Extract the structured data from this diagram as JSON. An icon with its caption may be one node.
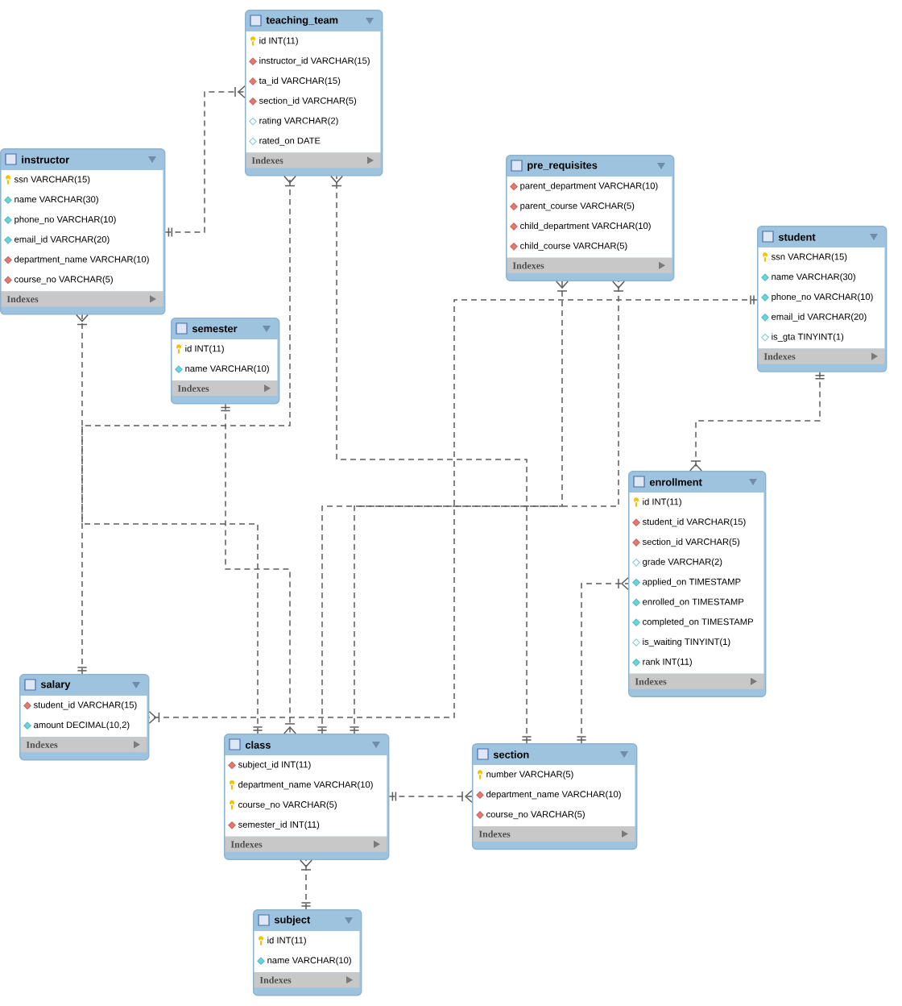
{
  "diagram": {
    "nodes": [
      {
        "text": [
          "teaching_team",
          "id INT(11)",
          "instructor_id VARCHAR(15)",
          "ta_id VARCHAR(15)",
          "section_id VARCHAR(5)",
          "rating VARCHAR(2)",
          "rated_on DATE",
          "Indexes"
        ]
      },
      {
        "text": [
          "instructor",
          "ssn VARCHAR(15)",
          "name VARCHAR(30)",
          "phone_no VARCHAR(10)",
          "email_id VARCHAR(20)",
          "department_name VARCHAR(10)",
          "course_no VARCHAR(5)",
          "Indexes"
        ]
      },
      {
        "text": [
          "pre_requisites",
          "parent_department VARCHAR(10)",
          "parent_course VARCHAR(5)",
          "child_department VARCHAR(10)",
          "child_course VARCHAR(5)",
          "Indexes"
        ]
      },
      {
        "text": [
          "student",
          "ssn VARCHAR(15)",
          "name VARCHAR(30)",
          "phone_no VARCHAR(10)",
          "email_id VARCHAR(20)",
          "is_gta TINYINT(1)",
          "Indexes"
        ]
      },
      {
        "text": [
          "semester",
          "id INT(11)",
          "name VARCHAR(10)",
          "Indexes"
        ]
      },
      {
        "text": [
          "enrollment",
          "id INT(11)",
          "student_id VARCHAR(15)",
          "section_id VARCHAR(5)",
          "grade VARCHAR(2)",
          "applied_on TIMESTAMP",
          "enrolled_on TIMESTAMP",
          "completed_on TIMESTAMP",
          "is_waiting TINYINT(1)",
          "rank INT(11)",
          "Indexes"
        ]
      },
      {
        "text": [
          "salary",
          "student_id VARCHAR(15)",
          "amount DECIMAL(10,2)",
          "Indexes"
        ]
      },
      {
        "text": [
          "class",
          "subject_id INT(11)",
          "department_name VARCHAR(10)",
          "course_no VARCHAR(5)",
          "semester_id INT(11)",
          "Indexes"
        ]
      },
      {
        "text": [
          "section",
          "number VARCHAR(5)",
          "department_name VARCHAR(10)",
          "course_no VARCHAR(5)",
          "Indexes"
        ]
      },
      {
        "text": [
          "subject",
          "id INT(11)",
          "name VARCHAR(10)",
          "Indexes"
        ]
      }
    ],
    "edges": [
      {
        "from": 1,
        "to": 0,
        "arrow": "other",
        "style": "dashed"
      },
      {
        "from": 6,
        "to": 0,
        "arrow": "other",
        "style": "dashed"
      },
      {
        "from": 8,
        "to": 0,
        "arrow": "other",
        "style": "dashed"
      },
      {
        "from": 7,
        "to": 1,
        "arrow": "other",
        "style": "dashed"
      },
      {
        "from": 4,
        "to": 7,
        "arrow": "other",
        "style": "dashed"
      },
      {
        "from": 7,
        "to": 2,
        "arrow": "other",
        "style": "dashed"
      },
      {
        "from": 7,
        "to": 2,
        "arrow": "other",
        "style": "dashed"
      },
      {
        "from": 7,
        "to": 8,
        "arrow": "other",
        "style": "dashed"
      },
      {
        "from": 3,
        "to": 6,
        "arrow": "other",
        "style": "dashed"
      },
      {
        "from": 3,
        "to": 5,
        "arrow": "other",
        "style": "dashed"
      },
      {
        "from": 8,
        "to": 5,
        "arrow": "other",
        "style": "dashed"
      },
      {
        "from": 9,
        "to": 7,
        "arrow": "other",
        "style": "dashed"
      }
    ]
  }
}
